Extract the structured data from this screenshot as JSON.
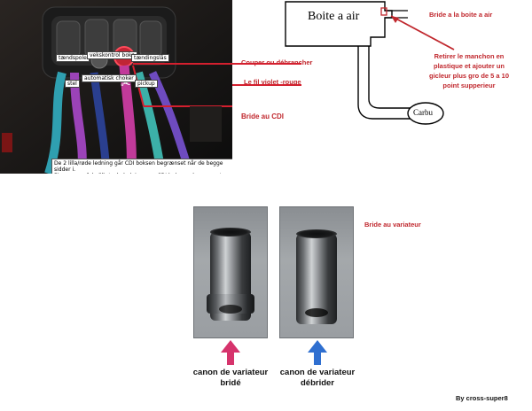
{
  "cdi_photo": {
    "labels": {
      "taendspole": "tændspole",
      "vekontrol": "vekskontrol\nboks",
      "taendingslaas": "tændingslås",
      "stel": "stel",
      "automatisk_choker": "automatisk\nchoker",
      "pickup": "pickup"
    },
    "caption": "De 2 lilla/røde ledning går CDI boksen begrænset når de begge sidder i.\nFjernes en af de lilla/røde ledninger er CDI boksen ubegrænset."
  },
  "cdi_notes": {
    "couper": "Couper ou débrancher",
    "fil": "Le fil violet -rouge",
    "bride_cdi": "Bride au CDI"
  },
  "airbox": {
    "title": "Boite a air",
    "carbu": "Carbu",
    "bride_label": "Bride a la boite a air",
    "instruction": "Retirer le manchon en\nplastique et ajouter un\ngicleur plus gro de 5 a 10\npoint supperieur"
  },
  "variator": {
    "title": "Bride au variateur",
    "left_label": "canon de variateur\nbridé",
    "right_label": "canon de variateur\ndébrider",
    "left_arrow_color": "#d6336c",
    "right_arrow_color": "#2f6fd0"
  },
  "credit": "By cross-super8"
}
